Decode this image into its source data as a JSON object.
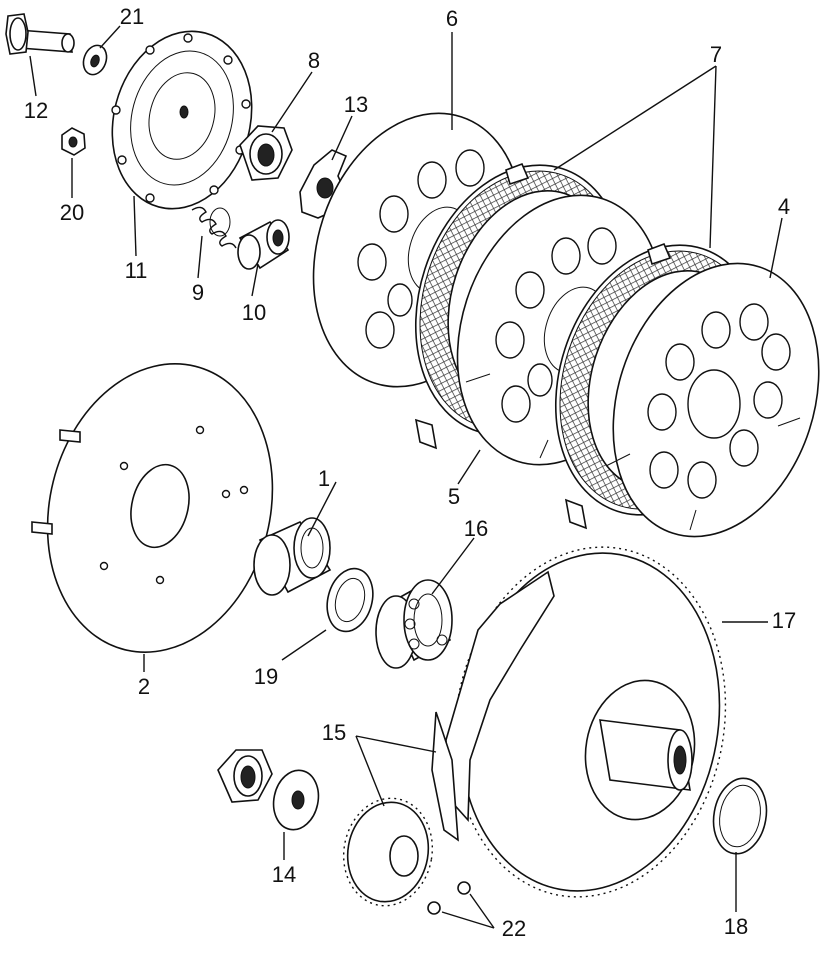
{
  "diagram": {
    "type": "exploded-parts-view",
    "callouts": [
      {
        "id": "c1",
        "number": "1"
      },
      {
        "id": "c2",
        "number": "2"
      },
      {
        "id": "c4",
        "number": "4"
      },
      {
        "id": "c5",
        "number": "5"
      },
      {
        "id": "c6",
        "number": "6"
      },
      {
        "id": "c7",
        "number": "7"
      },
      {
        "id": "c8",
        "number": "8"
      },
      {
        "id": "c9",
        "number": "9"
      },
      {
        "id": "c10",
        "number": "10"
      },
      {
        "id": "c11",
        "number": "11"
      },
      {
        "id": "c12",
        "number": "12"
      },
      {
        "id": "c13",
        "number": "13"
      },
      {
        "id": "c14",
        "number": "14"
      },
      {
        "id": "c15",
        "number": "15"
      },
      {
        "id": "c16",
        "number": "16"
      },
      {
        "id": "c17",
        "number": "17"
      },
      {
        "id": "c18",
        "number": "18"
      },
      {
        "id": "c19",
        "number": "19"
      },
      {
        "id": "c20",
        "number": "20"
      },
      {
        "id": "c21",
        "number": "21"
      },
      {
        "id": "c22",
        "number": "22"
      }
    ]
  },
  "colors": {
    "ink": "#111111",
    "paper": "#ffffff"
  }
}
